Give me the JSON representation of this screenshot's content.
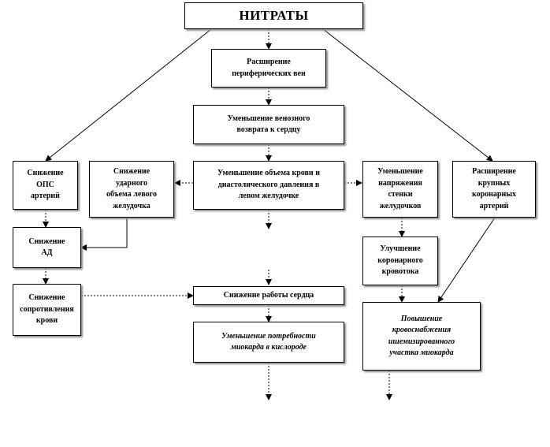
{
  "diagram": {
    "title": "НИТРАТЫ",
    "nodes": {
      "veins": "Расширение\nпериферических вен",
      "venous_return": "Уменьшение венозного\nвозврата к сердцу",
      "ops": "Снижение\nОПС\nартерий",
      "stroke_volume": "Снижение\nударного\nобъема левого\nжелудочка",
      "blood_volume": "Уменьшение объема крови и\nдиастолического давления в\nлевом желудочке",
      "wall_tension": "Уменьшение\nнапряжения\nстенки\nжелудочков",
      "coronary_arteries": "Расширение\nкрупных\nкоронарных\nартерий",
      "bp": "Снижение\nАД",
      "coronary_flow": "Улучшение\nкоронарного\nкровотока",
      "resistance": "Снижение\nсопротивления\nкрови",
      "heart_work": "Снижение работы сердца",
      "o2_demand": "Уменьшение потребности\nмиокарда в кислороде",
      "ischemic_supply": "Повышение\nкровоснабжения\nишемизированного\nучастка миокарда"
    }
  }
}
